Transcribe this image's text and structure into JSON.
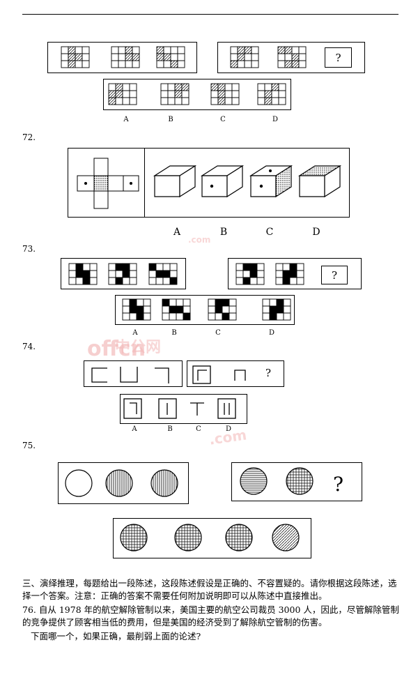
{
  "questions": {
    "q71": {
      "options": [
        "A",
        "B",
        "C",
        "D"
      ],
      "unknown": "?"
    },
    "q72": {
      "number": "72.",
      "options": [
        "A",
        "B",
        "C",
        "D"
      ]
    },
    "q73": {
      "number": "73.",
      "options": [
        "A",
        "B",
        "C",
        "D"
      ],
      "unknown": "?"
    },
    "q74": {
      "number": "74.",
      "options": [
        "A",
        "B",
        "C",
        "D"
      ],
      "unknown": "?"
    },
    "q75": {
      "number": "75.",
      "unknown": "?"
    }
  },
  "section3": {
    "intro": "三、演绎推理，每题给出一段陈述，这段陈述假设是正确的、不容置疑的。请你根据这段陈述，选择一个答案。注意：正确的答案不需要任何附加说明即可以从陈述中直接推出。",
    "q76_number": "76.",
    "q76_text": "自从 1978 年的航空解除管制以来，美国主要的航空公司裁员 3000 人，因此，尽管解除管制的竞争提供了顾客相当低的费用，但是美国的经济受到了解除航空管制的伤害。",
    "q76_prompt": "下面哪一个，如果正确，最削弱上面的论述?"
  },
  "watermark": {
    "text1": "中公网",
    "text2": ".com",
    "text3": "offcn"
  }
}
